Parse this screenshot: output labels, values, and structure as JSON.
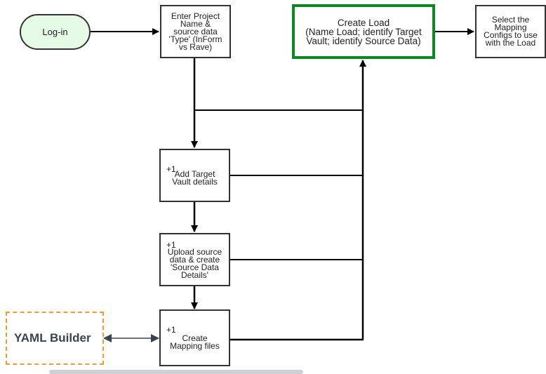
{
  "diagram": {
    "nodes": {
      "login": {
        "label": "Log-in"
      },
      "enter_project": {
        "lines": [
          "Enter Project",
          "Name &",
          "source data",
          "'Type' (InForm",
          "vs Rave)"
        ]
      },
      "create_load": {
        "lines": [
          "Create Load",
          "(Name Load; identify Target",
          "Vault; identify Source Data)"
        ],
        "border_color": "#0a8a1e"
      },
      "select_mapping": {
        "lines": [
          "Select the",
          "Mapping",
          "Configs to use",
          "with the Load"
        ]
      },
      "add_target": {
        "step": "+1",
        "lines": [
          "Add Target",
          "Vault details"
        ]
      },
      "upload_source": {
        "step": "+1",
        "lines": [
          "Upload source",
          "data & create",
          "'Source Data",
          "Details'"
        ]
      },
      "create_mapping": {
        "step": "+1",
        "lines": [
          "Create",
          "Mapping files"
        ]
      },
      "yaml_builder": {
        "label": "YAML Builder",
        "border_color": "#f39a32"
      }
    },
    "edges": [
      {
        "from": "login",
        "to": "enter_project"
      },
      {
        "from": "enter_project",
        "to": "add_target"
      },
      {
        "from": "enter_project",
        "to": "create_load"
      },
      {
        "from": "add_target",
        "to": "upload_source"
      },
      {
        "from": "add_target",
        "to": "create_load"
      },
      {
        "from": "upload_source",
        "to": "create_mapping"
      },
      {
        "from": "upload_source",
        "to": "create_load"
      },
      {
        "from": "create_mapping",
        "to": "create_load"
      },
      {
        "from": "create_load",
        "to": "select_mapping"
      },
      {
        "from": "yaml_builder",
        "to": "create_mapping",
        "bidirectional": true
      }
    ]
  }
}
